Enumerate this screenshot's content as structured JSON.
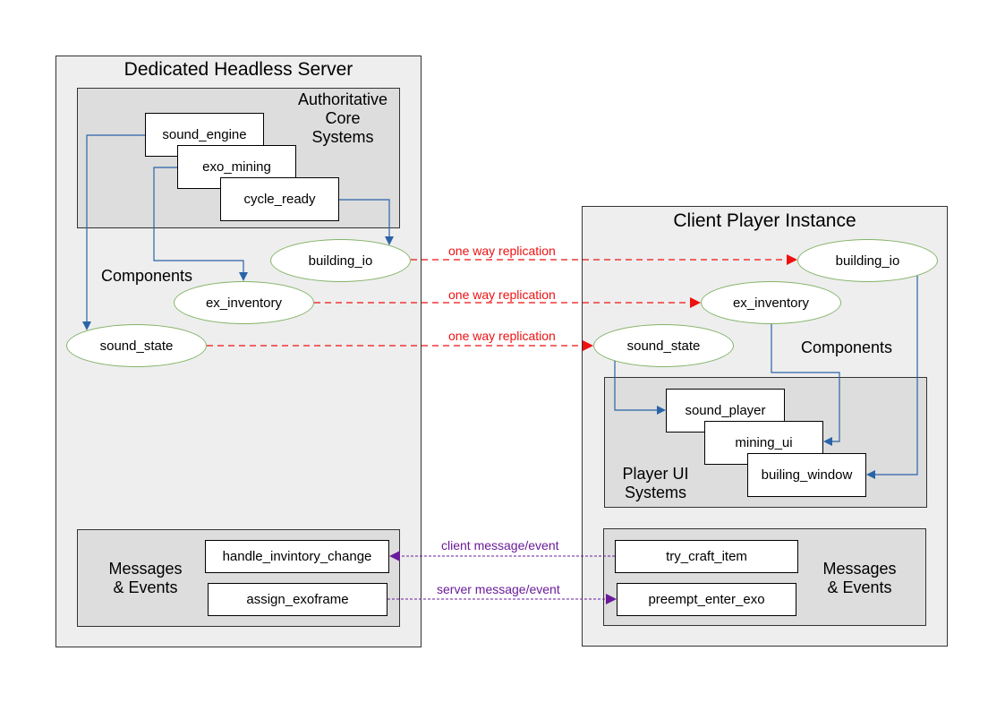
{
  "colors": {
    "replication": "#ee1111",
    "message": "#6a1b9a",
    "flow": "#2a63a8",
    "component_border": "#82b366"
  },
  "server": {
    "title": "Dedicated Headless Server",
    "core_label": "Authoritative\nCore\nSystems",
    "systems": [
      "sound_engine",
      "exo_mining",
      "cycle_ready"
    ],
    "components_label": "Components",
    "components": [
      "building_io",
      "ex_inventory",
      "sound_state"
    ],
    "messages_label": "Messages\n& Events",
    "messages": [
      "handle_invintory_change",
      "assign_exoframe"
    ]
  },
  "client": {
    "title": "Client Player Instance",
    "components_label": "Components",
    "components": [
      "building_io",
      "ex_inventory",
      "sound_state"
    ],
    "ui_label": "Player UI\nSystems",
    "systems": [
      "sound_player",
      "mining_ui",
      "builing_window"
    ],
    "messages_label": "Messages\n& Events",
    "messages": [
      "try_craft_item",
      "preempt_enter_exo"
    ]
  },
  "edges": {
    "replication": [
      "one way replication",
      "one way replication",
      "one way replication"
    ],
    "client_message": "client message/event",
    "server_message": "server message/event"
  }
}
